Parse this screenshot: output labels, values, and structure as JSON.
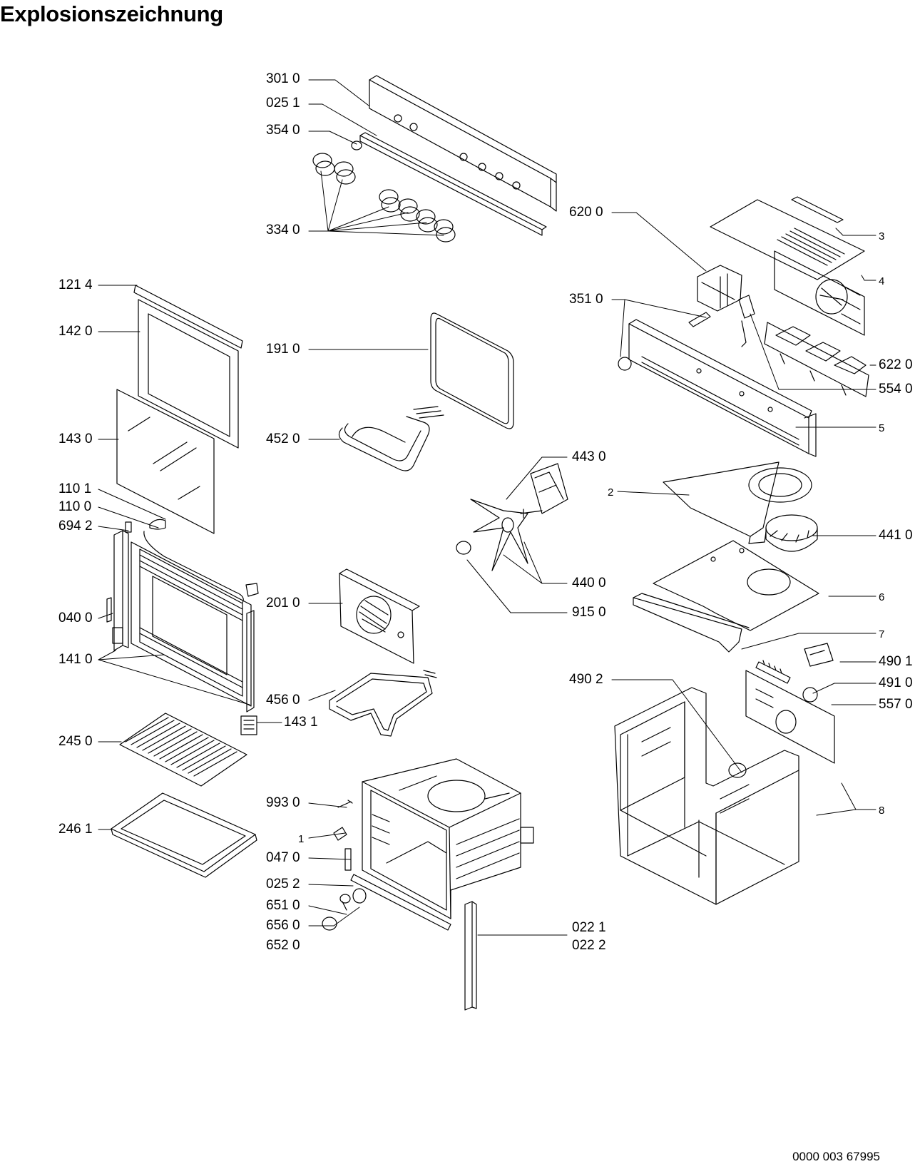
{
  "title": "Explosionszeichnung",
  "document_number": "0000 003 67995",
  "part_labels": {
    "p3010": "301 0",
    "p0251": "025 1",
    "p3540": "354 0",
    "p3340": "334 0",
    "p1214": "121 4",
    "p1420": "142 0",
    "p1430": "143 0",
    "p1101": "110 1",
    "p1100": "110 0",
    "p6942": "694 2",
    "p0400": "040 0",
    "p1410": "141 0",
    "p2450": "245 0",
    "p2461": "246 1",
    "p1910": "191 0",
    "p4520": "452 0",
    "p2010": "201 0",
    "p4560": "456 0",
    "p1431": "143 1",
    "p9930": "993 0",
    "p1": "1",
    "p0470": "047 0",
    "p0252": "025 2",
    "p6510": "651 0",
    "p6560": "656 0",
    "p6520": "652 0",
    "p0221": "022 1",
    "p0222": "022 2",
    "p6200": "620 0",
    "p3510": "351 0",
    "p4430": "443 0",
    "p4400": "440 0",
    "p9150": "915 0",
    "p4902": "490 2",
    "p3": "3",
    "p4": "4",
    "p6220": "622 0",
    "p5540": "554 0",
    "p5": "5",
    "p2": "2",
    "p4410": "441 0",
    "p6": "6",
    "p7": "7",
    "p4901": "490 1",
    "p4910": "491 0",
    "p5570": "557 0",
    "p8": "8"
  }
}
